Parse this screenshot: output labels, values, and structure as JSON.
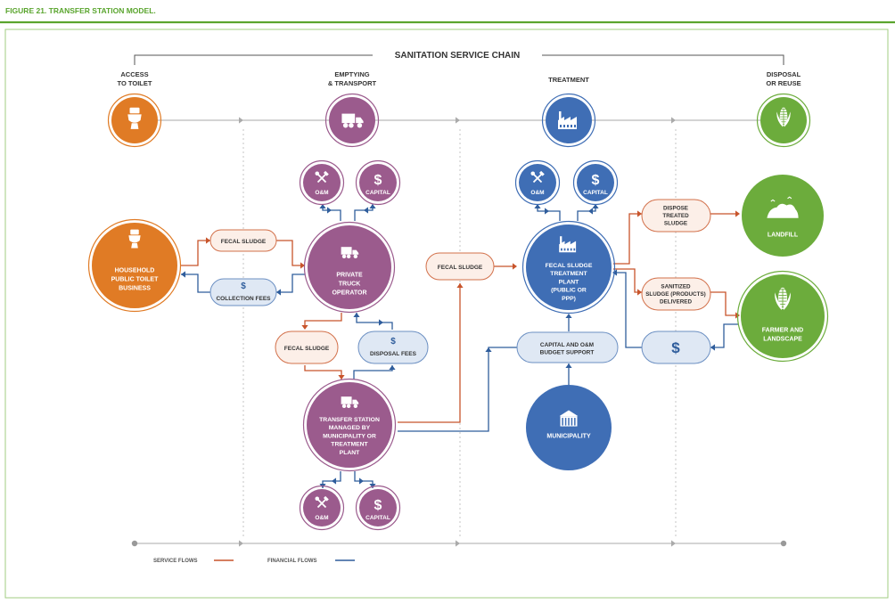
{
  "figure": {
    "title": "FIGURE 21. TRANSFER STATION MODEL."
  },
  "chain": {
    "title": "SANITATION SERVICE CHAIN",
    "stages": [
      {
        "label": [
          "ACCESS",
          "TO TOILET"
        ],
        "icon": "toilet-icon"
      },
      {
        "label": [
          "EMPTYING",
          "& TRANSPORT"
        ],
        "icon": "truck-icon"
      },
      {
        "label": [
          "TREATMENT"
        ],
        "icon": "factory-icon"
      },
      {
        "label": [
          "DISPOSAL",
          "OR REUSE"
        ],
        "icon": "corn-icon"
      }
    ]
  },
  "nodes": {
    "household": [
      "HOUSEHOLD",
      "PUBLIC TOILET",
      "BUSINESS"
    ],
    "truck_operator": [
      "PRIVATE",
      "TRUCK",
      "OPERATOR"
    ],
    "transfer_station": [
      "TRANSFER STATION",
      "MANAGED BY",
      "MUNICIPALITY OR",
      "TREATMENT",
      "PLANT"
    ],
    "treatment_plant": [
      "FECAL SLUDGE",
      "TREATMENT",
      "PLANT",
      "(PUBLIC OR",
      "PPP)"
    ],
    "municipality": [
      "MUNICIPALITY"
    ],
    "landfill": [
      "LANDFILL"
    ],
    "farmer": [
      "FARMER AND",
      "LANDSCAPE"
    ]
  },
  "small": {
    "om": "O&M",
    "capital": "CAPITAL",
    "dollar": "$"
  },
  "pills": {
    "fecal_sludge": "FECAL SLUDGE",
    "collection_fees": "COLLECTION FEES",
    "disposal_fees": "DISPOSAL FEES",
    "dispose_treated": [
      "DISPOSE",
      "TREATED",
      "SLUDGE"
    ],
    "sanitized": [
      "SANITIZED",
      "SLUDGE (PRODUCTS)",
      "DELIVERED"
    ],
    "budget_support": [
      "CAPITAL AND O&M",
      "BUDGET SUPPORT"
    ]
  },
  "legend": {
    "service": "SERVICE FLOWS",
    "financial": "FINANCIAL FLOWS"
  },
  "colors": {
    "orange": "#e07b25",
    "purple": "#9b5b8d",
    "blue": "#3f6eb5",
    "green": "#6cac3c",
    "service_flow": "#c8542b",
    "financial_flow": "#2f5d9c",
    "title_green": "#5aa52e"
  }
}
